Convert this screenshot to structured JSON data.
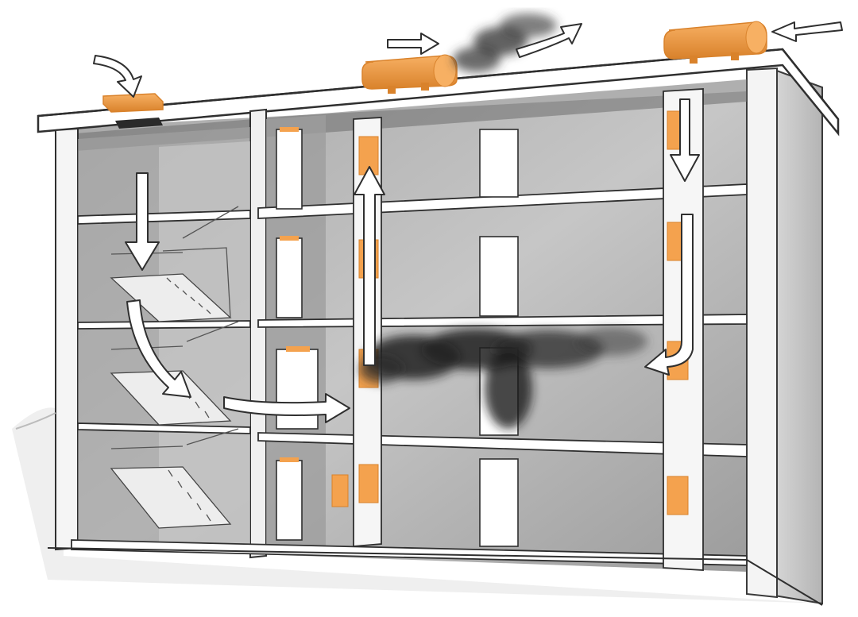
{
  "diagram": {
    "subject": "building-smoke-control-ventilation",
    "floors": 4,
    "palette": {
      "orange": "#F4A24E",
      "orange_dark": "#D9822B",
      "smoke": "#2b2b2b",
      "wall_grey": "#bdbdbd",
      "wall_dark": "#9a9a9a",
      "outline": "#3a3a3a"
    },
    "components": [
      {
        "name": "roof-air-inlet-vent",
        "type": "inlet"
      },
      {
        "name": "roof-smoke-exhaust-fan",
        "type": "exhaust-fan"
      },
      {
        "name": "roof-supply-air-fan",
        "type": "supply-fan"
      },
      {
        "name": "stairwell",
        "type": "pressurised-escape-stair"
      },
      {
        "name": "smoke-extract-shaft",
        "type": "shaft"
      },
      {
        "name": "supply-air-shaft",
        "type": "shaft"
      },
      {
        "name": "smoke-plume-third-floor",
        "type": "smoke"
      }
    ],
    "icons": [
      "airflow-arrow-icon",
      "damper-grille-icon",
      "door-icon",
      "fan-icon"
    ]
  }
}
